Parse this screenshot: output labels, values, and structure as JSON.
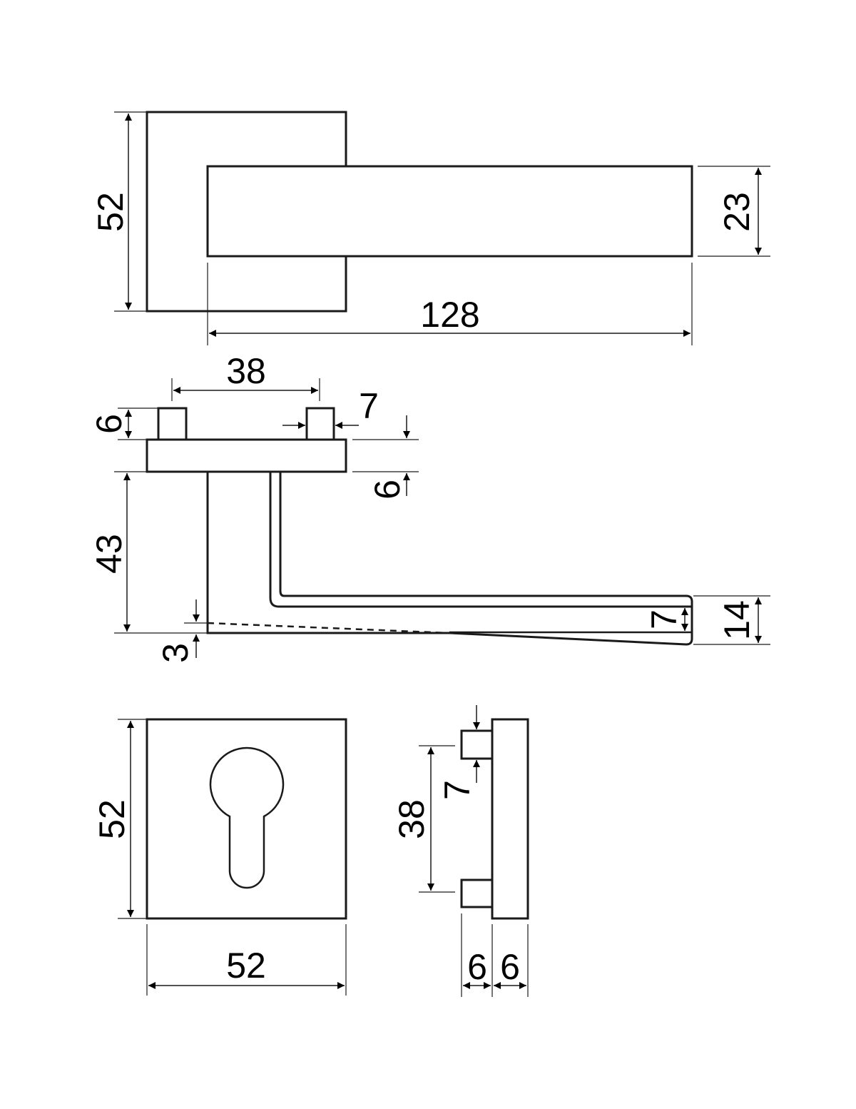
{
  "drawing": {
    "subject": "Door handle on square rose with escutcheon",
    "line_color": "#1a1a1a",
    "background": "#ffffff",
    "units": "mm",
    "views": [
      {
        "id": "top-view",
        "dimensions": {
          "rose_height": "52",
          "lever_height": "23",
          "lever_length": "128"
        }
      },
      {
        "id": "side-view",
        "dimensions": {
          "pin_spacing": "38",
          "pin_width": "7",
          "pin_height": "6",
          "rose_thickness": "6",
          "lever_drop": "43",
          "taper": "3",
          "grip_inner": "7",
          "grip_end": "14"
        }
      },
      {
        "id": "escutcheon-front",
        "dimensions": {
          "height": "52",
          "width": "52"
        }
      },
      {
        "id": "escutcheon-side",
        "dimensions": {
          "pin_spacing": "38",
          "pin_height": "7",
          "pin_depth": "6",
          "plate_thickness": "6"
        }
      }
    ]
  }
}
